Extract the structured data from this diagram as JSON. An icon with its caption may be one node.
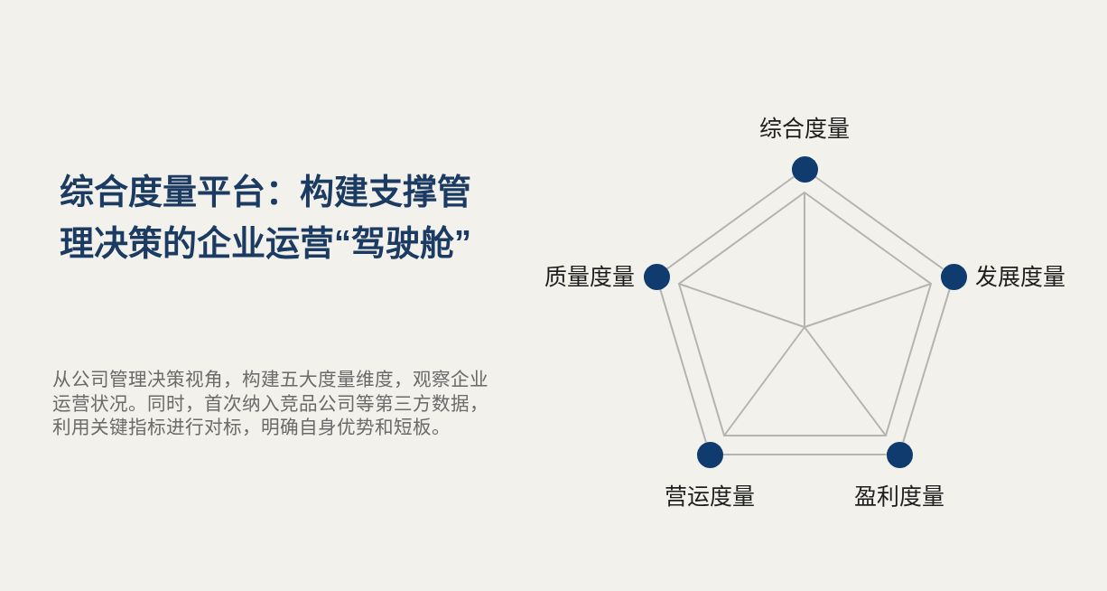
{
  "diagram": {
    "title": "综合度量平台：构建支撑管理决策的企业运营“驾驶舱”",
    "nodes": [
      {
        "text": [],
        "shape": "circle",
        "beside": [
          "综合度量"
        ]
      },
      {
        "text": [],
        "shape": "circle",
        "beside": [
          "质量度量"
        ]
      },
      {
        "text": [],
        "shape": "circle",
        "beside": [
          "发展度量"
        ]
      },
      {
        "text": [],
        "shape": "circle",
        "beside": [
          "营运度量"
        ]
      },
      {
        "text": [],
        "shape": "circle",
        "beside": [
          "盈利度量"
        ]
      }
    ],
    "edges": [
      {
        "from": 0,
        "to": 1,
        "arrow": "none"
      },
      {
        "from": 0,
        "to": 2,
        "arrow": "none"
      },
      {
        "from": 1,
        "to": 3,
        "arrow": "none"
      },
      {
        "from": 2,
        "to": 4,
        "arrow": "none"
      },
      {
        "from": 3,
        "to": 4,
        "arrow": "none"
      }
    ],
    "labels": [
      "从公司管理决策视角，构建五大度量维度，观察企业运营状况。同时，首次纳入竞品公司等第三方数据，利用关键指标进行对标，明确自身优势和短板。"
    ]
  }
}
